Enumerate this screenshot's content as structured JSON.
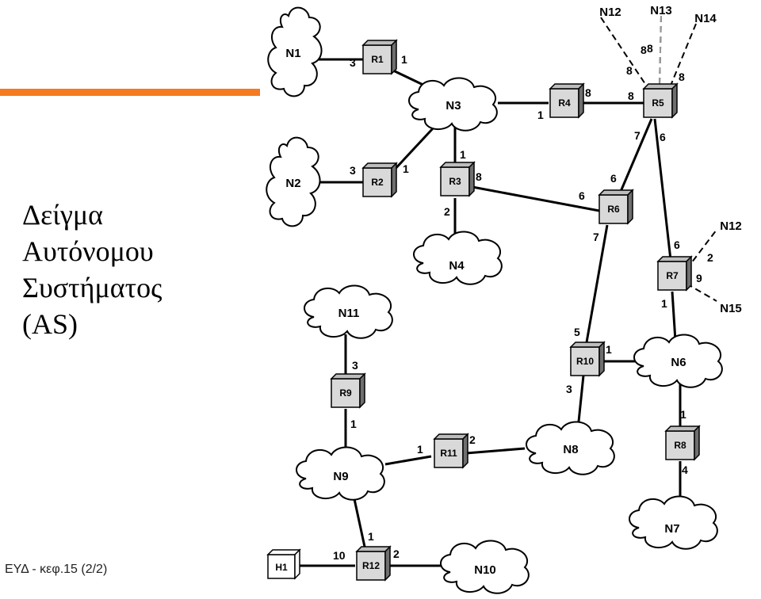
{
  "slide": {
    "title_lines": [
      "Δείγμα",
      "Αυτόνομου",
      "Συστήματος",
      "(AS)"
    ],
    "footer": "ΕΥΔ - κεφ.15 (2/2)",
    "accent_color": "#f47b20"
  },
  "diagram": {
    "routers": [
      "R1",
      "R2",
      "R3",
      "R4",
      "R5",
      "R6",
      "R7",
      "R8",
      "R9",
      "R10",
      "R11",
      "R12"
    ],
    "host": "H1",
    "networks": [
      "N1",
      "N2",
      "N3",
      "N4",
      "N6",
      "N7",
      "N8",
      "N9",
      "N10",
      "N11"
    ],
    "external_networks": [
      "N12",
      "N13",
      "N14",
      "N12",
      "N15"
    ],
    "links": [
      {
        "a": "N1",
        "b": "R1",
        "costs": [
          "3"
        ]
      },
      {
        "a": "R1",
        "b": "N3",
        "costs": [
          "1"
        ]
      },
      {
        "a": "N2",
        "b": "R2",
        "costs": [
          "3"
        ]
      },
      {
        "a": "R2",
        "b": "N3",
        "costs": [
          "1"
        ]
      },
      {
        "a": "N3",
        "b": "R4",
        "costs": [
          "1"
        ]
      },
      {
        "a": "R4",
        "b": "R5",
        "costs": [
          "8",
          "8"
        ]
      },
      {
        "a": "N3",
        "b": "R3",
        "costs": [
          "1"
        ]
      },
      {
        "a": "R3",
        "b": "N4",
        "costs": [
          "2"
        ]
      },
      {
        "a": "R3",
        "b": "R6",
        "costs": [
          "8",
          "6"
        ]
      },
      {
        "a": "R5",
        "b": "R6",
        "costs": [
          "7",
          "6"
        ]
      },
      {
        "a": "R5",
        "b": "R7",
        "costs": [
          "6",
          "6"
        ]
      },
      {
        "a": "R5",
        "b": "N12",
        "costs": [
          "8",
          "8"
        ]
      },
      {
        "a": "R5",
        "b": "N13",
        "costs": [
          "8"
        ]
      },
      {
        "a": "R5",
        "b": "N14",
        "costs": [
          "8"
        ]
      },
      {
        "a": "R7",
        "b": "N12",
        "costs": [
          "2"
        ]
      },
      {
        "a": "R7",
        "b": "N15",
        "costs": [
          "9"
        ]
      },
      {
        "a": "R6",
        "b": "R10",
        "costs": [
          "7",
          "5"
        ]
      },
      {
        "a": "R7",
        "b": "N6",
        "costs": [
          "1"
        ]
      },
      {
        "a": "R10",
        "b": "N6",
        "costs": [
          "1"
        ]
      },
      {
        "a": "R10",
        "b": "N8",
        "costs": [
          "3"
        ]
      },
      {
        "a": "N6",
        "b": "R8",
        "costs": [
          "1"
        ]
      },
      {
        "a": "R8",
        "b": "N7",
        "costs": [
          "4"
        ]
      },
      {
        "a": "N11",
        "b": "R9",
        "costs": [
          "3"
        ]
      },
      {
        "a": "R9",
        "b": "N9",
        "costs": [
          "1"
        ]
      },
      {
        "a": "N9",
        "b": "R11",
        "costs": [
          "1"
        ]
      },
      {
        "a": "R11",
        "b": "N8",
        "costs": [
          "2"
        ]
      },
      {
        "a": "N9",
        "b": "R12",
        "costs": [
          "1"
        ]
      },
      {
        "a": "H1",
        "b": "R12",
        "costs": [
          "10"
        ]
      },
      {
        "a": "R12",
        "b": "N10",
        "costs": [
          "2"
        ]
      }
    ]
  }
}
